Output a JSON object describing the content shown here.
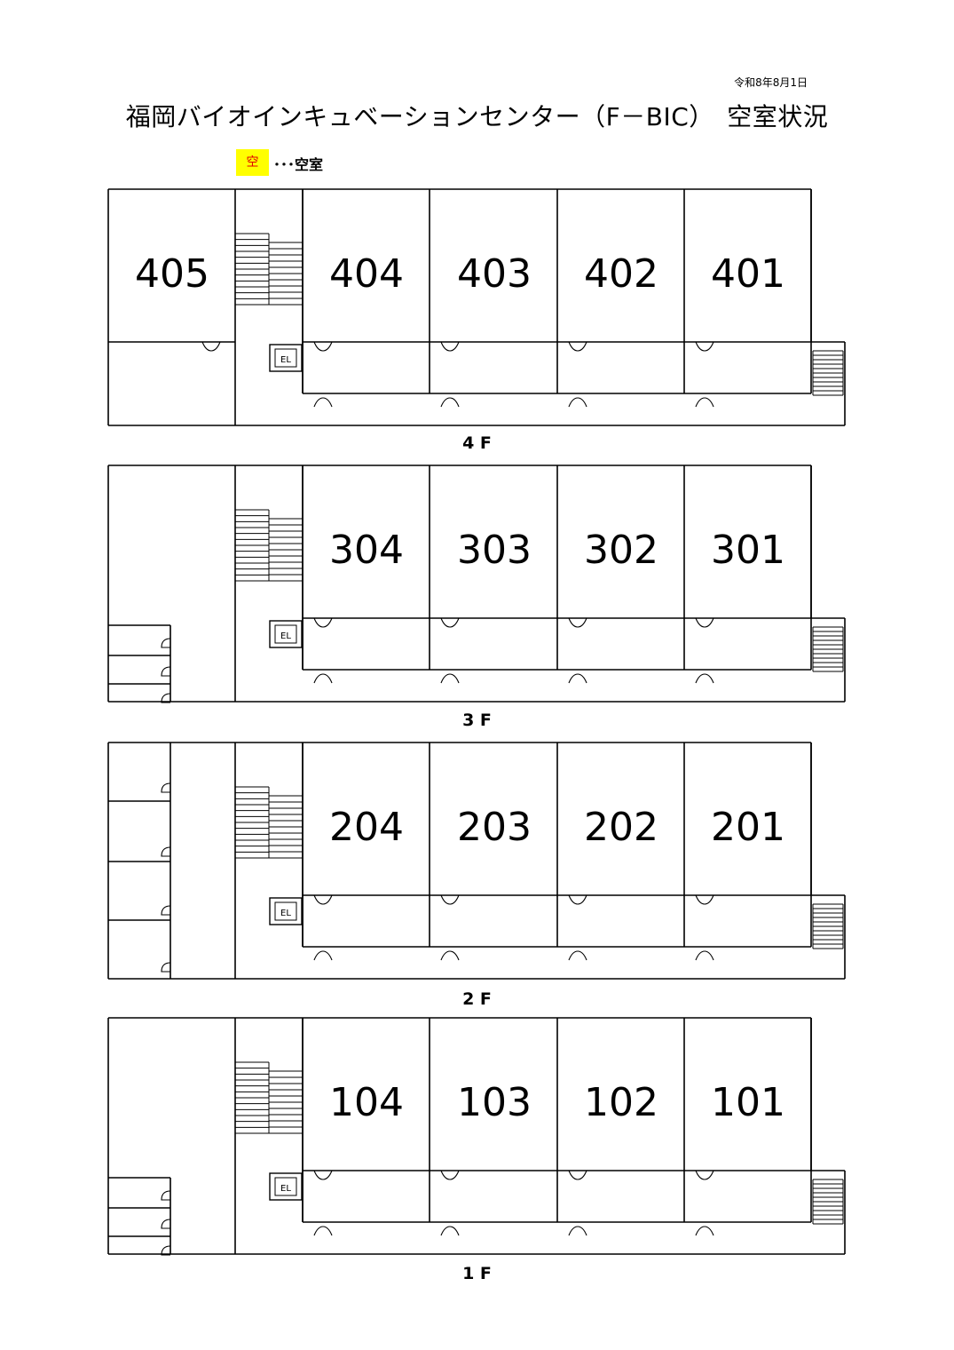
{
  "header": {
    "date": "令和8年8月1日",
    "title": "福岡バイオインキュベーションセンター（F－BIC）　空室状況"
  },
  "legend": {
    "swatch_label": "空",
    "text": "･･･空室",
    "vacant_color": "#ffff00"
  },
  "floors": [
    {
      "label": "4 F",
      "rooms": [
        "405",
        "404",
        "403",
        "402",
        "401"
      ]
    },
    {
      "label": "3 F",
      "rooms": [
        "304",
        "303",
        "302",
        "301"
      ]
    },
    {
      "label": "2 F",
      "rooms": [
        "204",
        "203",
        "202",
        "201"
      ]
    },
    {
      "label": "1 F",
      "rooms": [
        "104",
        "103",
        "102",
        "101"
      ]
    }
  ],
  "elevator_label": "EL"
}
